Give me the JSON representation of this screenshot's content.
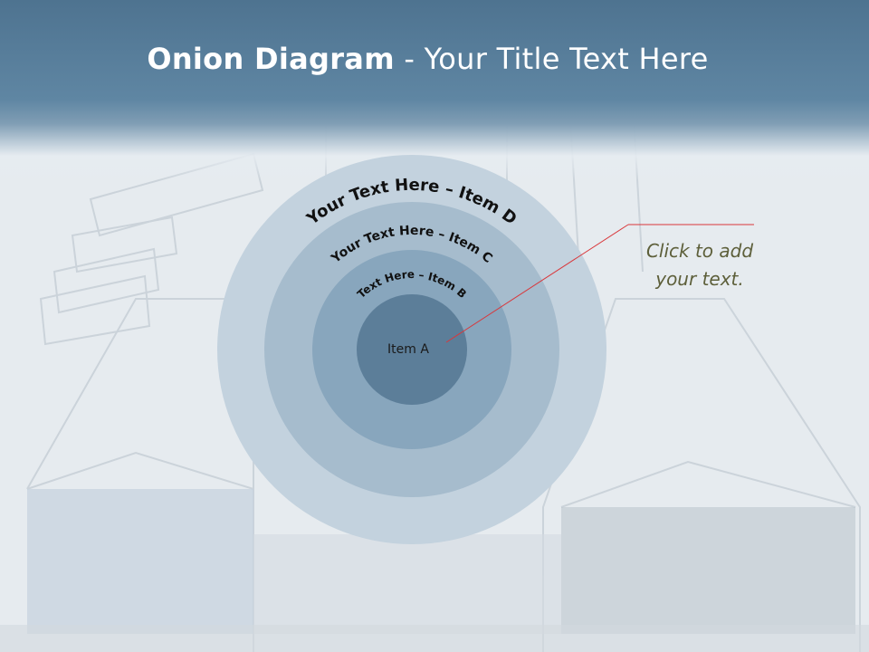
{
  "slide": {
    "title_bold": "Onion Diagram",
    "title_rest": " - Your Title Text Here",
    "note": "Click  to add\nyour text."
  },
  "diagram": {
    "layers": [
      {
        "id": "D",
        "label": "Your Text Here – Item D",
        "color": "#c3d2de"
      },
      {
        "id": "C",
        "label": "Your Text Here – Item C",
        "color": "#a6bccd"
      },
      {
        "id": "B",
        "label": "Text Here – Item B",
        "color": "#88a6bd"
      },
      {
        "id": "A",
        "label": "Item A",
        "color": "#5c7e99"
      }
    ],
    "accent_colors": {
      "title_band": "#5f86a3",
      "callout_line": "#d9373b",
      "note_text": "#5d5f3a"
    }
  }
}
